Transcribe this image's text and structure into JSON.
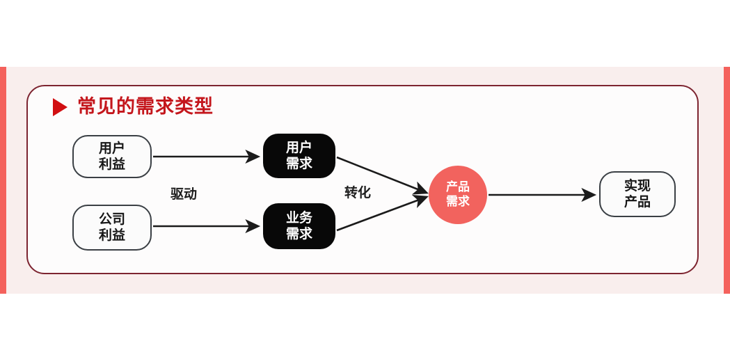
{
  "slide": {
    "background_color": "#ffffff",
    "panel_color": "#f9eeed",
    "rail_color": "#f4615c",
    "card_border_color": "#7d2430",
    "card_fill_color": "#fdfcfc"
  },
  "header": {
    "bullet_icon": "triangle-right-icon",
    "bullet_color": "#d10f12",
    "title": "常见的需求类型",
    "title_color": "#c4161c"
  },
  "diagram": {
    "type": "flow",
    "nodes": [
      {
        "id": "user-benefit",
        "label_lines": [
          "用户",
          "利益"
        ],
        "style": "outlined-rounded-rect",
        "fill": "#fbfbfb",
        "border": "#3a3f44",
        "text_color": "#161616"
      },
      {
        "id": "company-benefit",
        "label_lines": [
          "公司",
          "利益"
        ],
        "style": "outlined-rounded-rect",
        "fill": "#fbfbfb",
        "border": "#3a3f44",
        "text_color": "#161616"
      },
      {
        "id": "user-demand",
        "label_lines": [
          "用户",
          "需求"
        ],
        "style": "filled-rounded-rect",
        "fill": "#080808",
        "border": "#080808",
        "text_color": "#ffffff"
      },
      {
        "id": "business-demand",
        "label_lines": [
          "业务",
          "需求"
        ],
        "style": "filled-rounded-rect",
        "fill": "#080808",
        "border": "#080808",
        "text_color": "#ffffff"
      },
      {
        "id": "product-demand",
        "label_lines": [
          "产品",
          "需求"
        ],
        "style": "filled-circle",
        "fill": "#f2635e",
        "border": "#f2635e",
        "text_color": "#ffffff"
      },
      {
        "id": "realize-product",
        "label_lines": [
          "实现",
          "产品"
        ],
        "style": "outlined-rounded-rect",
        "fill": "#fbfbfb",
        "border": "#3a3f44",
        "text_color": "#161616"
      }
    ],
    "edges": [
      {
        "from": "user-benefit",
        "to": "user-demand",
        "label": "驱动"
      },
      {
        "from": "company-benefit",
        "to": "business-demand",
        "label": ""
      },
      {
        "from": "user-demand",
        "to": "product-demand",
        "label": "转化"
      },
      {
        "from": "business-demand",
        "to": "product-demand",
        "label": ""
      },
      {
        "from": "product-demand",
        "to": "realize-product",
        "label": ""
      }
    ],
    "edge_labels": {
      "drive": "驱动",
      "convert": "转化"
    },
    "line_color": "#1b1b1b"
  }
}
